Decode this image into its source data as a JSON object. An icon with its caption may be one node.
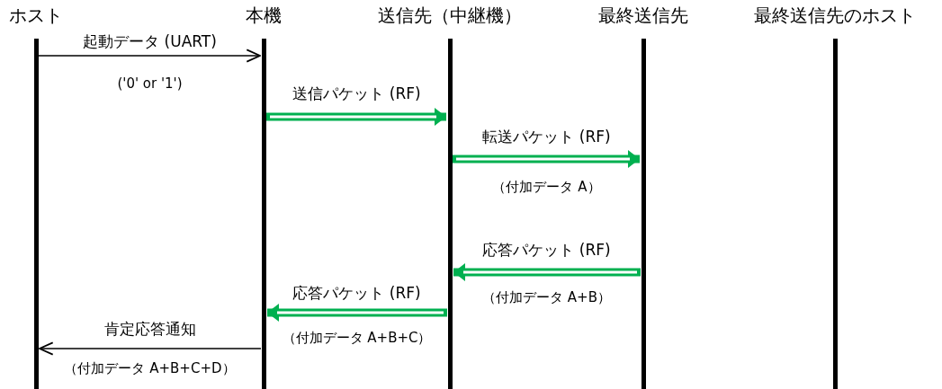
{
  "diagram": {
    "nodes": [
      {
        "text": [
          "ホスト"
        ]
      },
      {
        "text": [
          "本機"
        ]
      },
      {
        "text": [
          "送信先（中継機）"
        ]
      },
      {
        "text": [
          "最終送信先"
        ]
      },
      {
        "text": [
          "最終送信先のホスト"
        ]
      }
    ],
    "edges": [
      {
        "from": 0,
        "to": 1,
        "arrow": "to",
        "label": "起動データ (UART)",
        "color": "#000000"
      },
      {
        "from": 1,
        "to": 2,
        "arrow": "to",
        "label": "送信パケット (RF)"
      },
      {
        "from": 2,
        "to": 3,
        "arrow": "to",
        "label": "転送パケット (RF)"
      },
      {
        "from": 3,
        "to": 2,
        "arrow": "to",
        "label": "応答パケット (RF)"
      },
      {
        "from": 2,
        "to": 1,
        "arrow": "to",
        "label": "応答パケット (RF)"
      },
      {
        "from": 1,
        "to": 0,
        "arrow": "to",
        "label": "肯定応答通知",
        "color": "#000000"
      }
    ],
    "labels": [
      "('0' or '1')",
      "（付加データ A）",
      "（付加データ A+B）",
      "（付加データ A+B+C）",
      "（付加データ A+B+C+D）"
    ]
  }
}
